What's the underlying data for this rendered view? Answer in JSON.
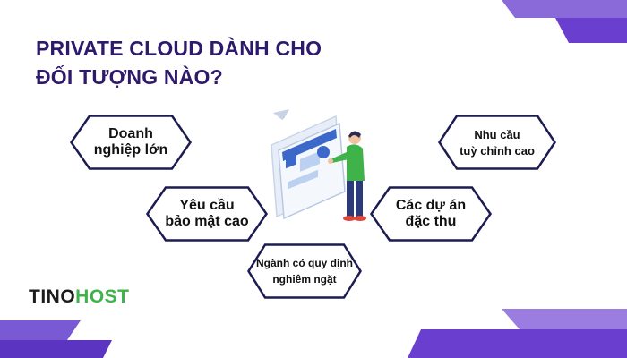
{
  "title": {
    "line1": "PRIVATE CLOUD DÀNH CHO",
    "line2": "ĐỐI TƯỢNG NÀO?"
  },
  "items": [
    {
      "id": "large-enterprise",
      "line1": "Doanh",
      "line2": "nghiệp lớn"
    },
    {
      "id": "high-security",
      "line1": "Yêu cầu",
      "line2": "bảo mật cao"
    },
    {
      "id": "regulated-industry",
      "line1": "Ngành có quy định",
      "line2": "nghiêm ngặt"
    },
    {
      "id": "special-projects",
      "line1": "Các dự án",
      "line2": "đặc thu"
    },
    {
      "id": "high-customization",
      "line1": "Nhu cầu",
      "line2": "tuỳ chỉnh cao"
    }
  ],
  "logo": {
    "part1": "TINO",
    "part2": "HOST"
  },
  "colors": {
    "title": "#2e1a6b",
    "outline": "#1c1c52",
    "accent_purple": "#6a3fd0",
    "accent_light": "#9b7ce0",
    "logo_green": "#3fb24a"
  },
  "illustration": "person-with-dashboard-screen"
}
